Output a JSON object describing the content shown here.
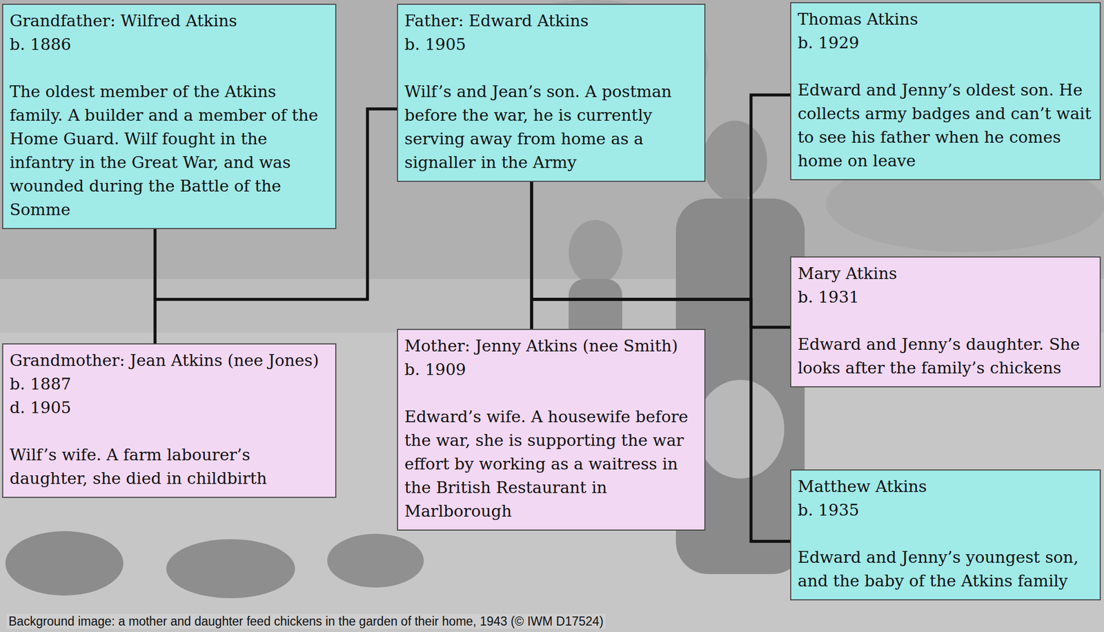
{
  "diagram": {
    "caption": "Background image: a mother and daughter feed chickens in the garden of their home, 1943  (© IWM D17524)",
    "nodes": [
      {
        "text": [
          "Grandfather: Wilfred Atkins",
          "b. 1886",
          "The oldest member of the Atkins family. A builder and a member of the Home Guard. Wilf fought in the infantry in the Great War, and was wounded during the Battle of the Somme"
        ]
      },
      {
        "text": [
          "Grandmother: Jean Atkins (nee Jones)",
          "b. 1887",
          "d. 1905",
          "Wilf’s wife. A farm labourer’s daughter, she died in childbirth"
        ]
      },
      {
        "text": [
          "Father: Edward Atkins",
          "b. 1905",
          "Wilf’s and Jean’s son. A postman before the war, he is currently serving away from home as a signaller in the Army"
        ]
      },
      {
        "text": [
          "Mother: Jenny Atkins (nee Smith)",
          "b. 1909",
          "Edward’s wife. A housewife before the war, she is supporting the war effort by working as a waitress in the British Restaurant in Marlborough"
        ]
      },
      {
        "text": [
          "Thomas Atkins",
          "b. 1929",
          "Edward and Jenny’s oldest son. He collects army badges and can’t wait to see his father when he comes home on leave"
        ]
      },
      {
        "text": [
          "Mary Atkins",
          "b. 1931",
          "Edward and Jenny’s daughter. She looks after the family’s chickens"
        ]
      },
      {
        "text": [
          "Matthew Atkins",
          "b. 1935",
          "Edward and Jenny’s youngest son, and the baby of the Atkins family"
        ]
      }
    ],
    "edges": [
      {
        "from": 0,
        "to": 1,
        "arrow": "none"
      },
      {
        "from": 0,
        "to": 2,
        "arrow": "none"
      },
      {
        "from": 1,
        "to": 2,
        "arrow": "none"
      },
      {
        "from": 2,
        "to": 3,
        "arrow": "none"
      },
      {
        "from": 2,
        "to": 4,
        "arrow": "none"
      },
      {
        "from": 2,
        "to": 5,
        "arrow": "none"
      },
      {
        "from": 2,
        "to": 6,
        "arrow": "none"
      },
      {
        "from": 3,
        "to": 4,
        "arrow": "none"
      },
      {
        "from": 3,
        "to": 5,
        "arrow": "none"
      },
      {
        "from": 3,
        "to": 6,
        "arrow": "none"
      }
    ]
  }
}
